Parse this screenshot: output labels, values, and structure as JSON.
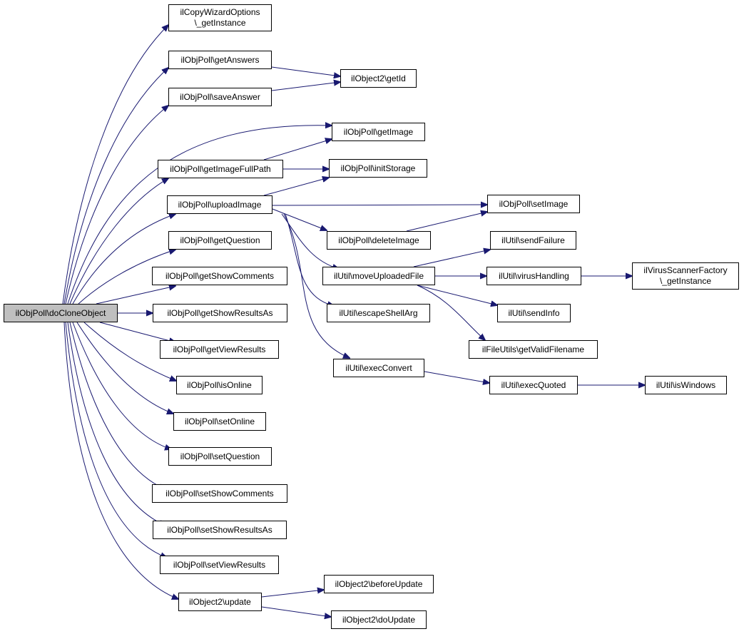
{
  "colors": {
    "edge": "#191970",
    "border": "#000000",
    "node_fill": "#ffffff",
    "root_fill": "#bfbfbf"
  },
  "nodes": [
    {
      "id": "root",
      "label": "ilObjPoll\\doCloneObject"
    },
    {
      "id": "copywizard",
      "label": "ilCopyWizardOptions\n\\_getInstance"
    },
    {
      "id": "getanswers",
      "label": "ilObjPoll\\getAnswers"
    },
    {
      "id": "saveanswer",
      "label": "ilObjPoll\\saveAnswer"
    },
    {
      "id": "getimagefullpath",
      "label": "ilObjPoll\\getImageFullPath"
    },
    {
      "id": "uploadimage",
      "label": "ilObjPoll\\uploadImage"
    },
    {
      "id": "getquestion",
      "label": "ilObjPoll\\getQuestion"
    },
    {
      "id": "getshowcomments",
      "label": "ilObjPoll\\getShowComments"
    },
    {
      "id": "getshowresultsas",
      "label": "ilObjPoll\\getShowResultsAs"
    },
    {
      "id": "getviewresults",
      "label": "ilObjPoll\\getViewResults"
    },
    {
      "id": "isonline",
      "label": "ilObjPoll\\isOnline"
    },
    {
      "id": "setonline",
      "label": "ilObjPoll\\setOnline"
    },
    {
      "id": "setquestion",
      "label": "ilObjPoll\\setQuestion"
    },
    {
      "id": "setshowcomments",
      "label": "ilObjPoll\\setShowComments"
    },
    {
      "id": "setshowresultsas",
      "label": "ilObjPoll\\setShowResultsAs"
    },
    {
      "id": "setviewresults",
      "label": "ilObjPoll\\setViewResults"
    },
    {
      "id": "update",
      "label": "ilObject2\\update"
    },
    {
      "id": "getid",
      "label": "ilObject2\\getId"
    },
    {
      "id": "getimage",
      "label": "ilObjPoll\\getImage"
    },
    {
      "id": "initstorage",
      "label": "ilObjPoll\\initStorage"
    },
    {
      "id": "deleteimage",
      "label": "ilObjPoll\\deleteImage"
    },
    {
      "id": "moveuploadedfile",
      "label": "ilUtil\\moveUploadedFile"
    },
    {
      "id": "escapeshellarg",
      "label": "ilUtil\\escapeShellArg"
    },
    {
      "id": "execconvert",
      "label": "ilUtil\\execConvert"
    },
    {
      "id": "beforeupdate",
      "label": "ilObject2\\beforeUpdate"
    },
    {
      "id": "doupdate",
      "label": "ilObject2\\doUpdate"
    },
    {
      "id": "setimage",
      "label": "ilObjPoll\\setImage"
    },
    {
      "id": "sendfailure",
      "label": "ilUtil\\sendFailure"
    },
    {
      "id": "virushandling",
      "label": "ilUtil\\virusHandling"
    },
    {
      "id": "sendinfo",
      "label": "ilUtil\\sendInfo"
    },
    {
      "id": "getvalidfilename",
      "label": "ilFileUtils\\getValidFilename"
    },
    {
      "id": "execquoted",
      "label": "ilUtil\\execQuoted"
    },
    {
      "id": "virusscanner",
      "label": "ilVirusScannerFactory\n\\_getInstance"
    },
    {
      "id": "iswindows",
      "label": "ilUtil\\isWindows"
    }
  ]
}
